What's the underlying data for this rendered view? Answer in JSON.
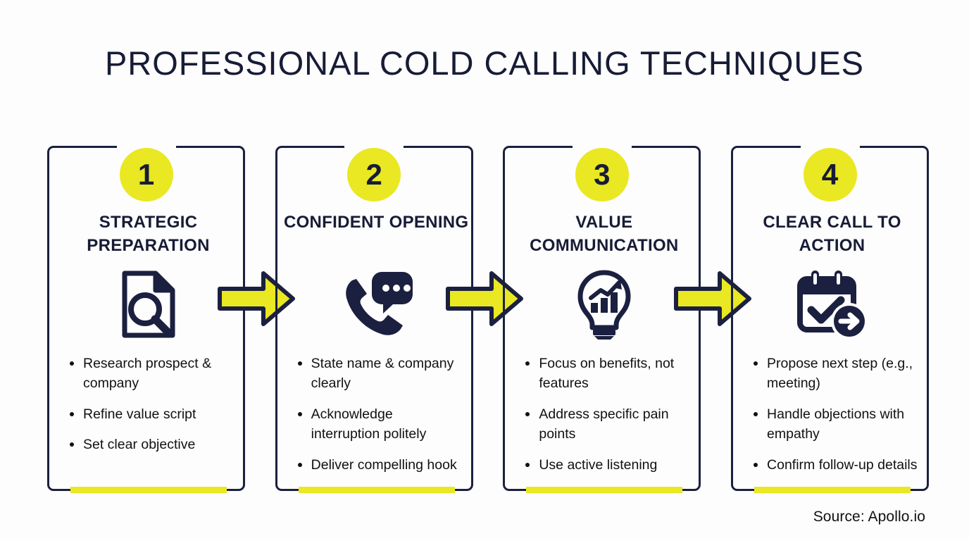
{
  "background_color": "#fdfdfd",
  "accent_color": "#e9e822",
  "ink_color": "#171c36",
  "header": {
    "title": "PROFESSIONAL COLD CALLING TECHNIQUES"
  },
  "footer": {
    "source": "Source: Apollo.io"
  },
  "connector": {
    "icon": "right-arrow-icon",
    "fill": "#e9e822",
    "stroke": "#1b2040",
    "count": 3
  },
  "steps": [
    {
      "number": "1",
      "title": "STRATEGIC PREPARATION",
      "icon": "document-search-icon",
      "bullets": [
        "Research prospect & company",
        "Refine value script",
        "Set clear objective"
      ]
    },
    {
      "number": "2",
      "title": "CONFIDENT OPENING",
      "icon": "phone-chat-icon",
      "bullets": [
        "State name & company clearly",
        "Acknowledge interruption politely",
        "Deliver compelling hook"
      ]
    },
    {
      "number": "3",
      "title": "VALUE COMMUNICATION",
      "icon": "lightbulb-chart-icon",
      "bullets": [
        "Focus on benefits, not features",
        "Address specific pain points",
        "Use active listening"
      ]
    },
    {
      "number": "4",
      "title": "CLEAR CALL TO ACTION",
      "icon": "calendar-check-arrow-icon",
      "bullets": [
        "Propose next step (e.g., meeting)",
        "Handle objections with empathy",
        "Confirm follow-up details"
      ]
    }
  ]
}
